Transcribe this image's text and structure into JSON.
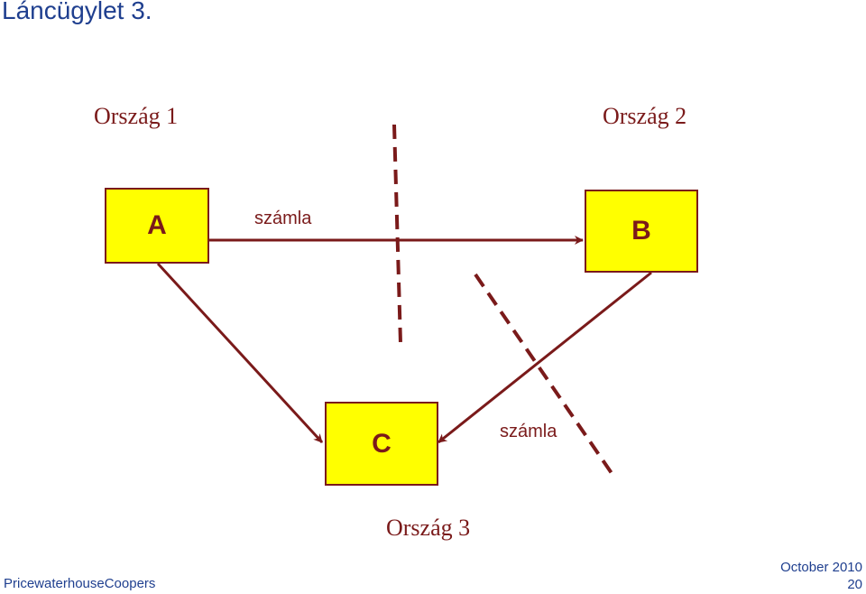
{
  "title": "Láncügylet 3.",
  "countries": {
    "country1": "Ország 1",
    "country2": "Ország 2",
    "country3": "Ország 3"
  },
  "boxes": {
    "a": "A",
    "b": "B",
    "c": "C"
  },
  "invoices": {
    "a_to_b": "számla",
    "b_to_c": "számla"
  },
  "footer": {
    "company": "PricewaterhouseCoopers",
    "date": "October 2010",
    "page": "20"
  },
  "colors": {
    "arrow": "#7a1a1a",
    "box_fill": "#ffff00",
    "title": "#1f3f8f"
  }
}
